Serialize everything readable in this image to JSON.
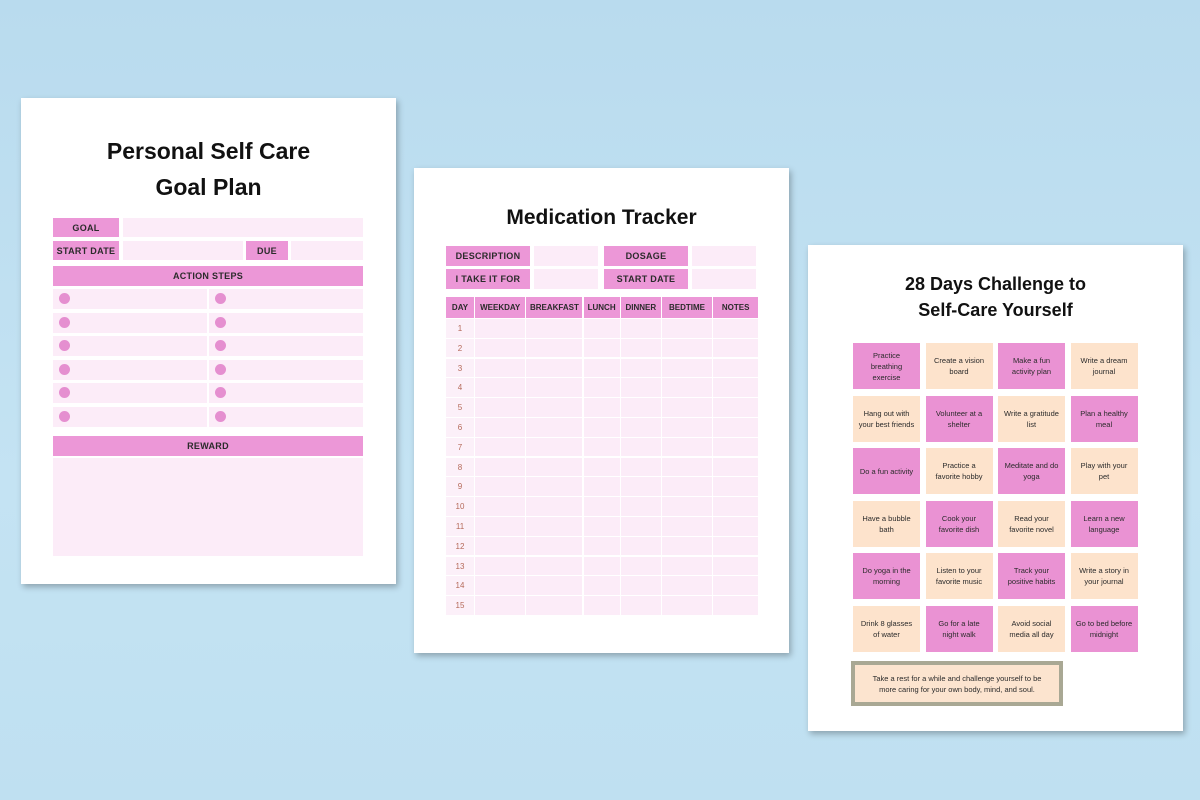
{
  "goal_plan": {
    "title_line1": "Personal Self Care",
    "title_line2": "Goal Plan",
    "goal_label": "GOAL",
    "start_date_label": "START DATE",
    "due_label": "DUE",
    "action_steps_label": "ACTION STEPS",
    "reward_label": "REWARD"
  },
  "medication": {
    "title": "Medication Tracker",
    "description_label": "DESCRIPTION",
    "dosage_label": "DOSAGE",
    "take_it_for_label": "I TAKE IT FOR",
    "start_date_label": "START DATE",
    "columns": [
      "DAY",
      "WEEKDAY",
      "BREAKFAST",
      "LUNCH",
      "DINNER",
      "BEDTIME",
      "NOTES"
    ],
    "days": [
      "1",
      "2",
      "3",
      "4",
      "5",
      "6",
      "7",
      "8",
      "9",
      "10",
      "11",
      "12",
      "13",
      "14",
      "15"
    ]
  },
  "challenge": {
    "title_line1": "28 Days Challenge to",
    "title_line2": "Self-Care Yourself",
    "items": [
      "Practice breathing exercise",
      "Create a vision board",
      "Make a fun activity plan",
      "Write a dream journal",
      "Hang out with your best friends",
      "Volunteer at a shelter",
      "Write a gratitude list",
      "Plan a healthy meal",
      "Do a fun activity",
      "Practice a favorite hobby",
      "Meditate and do yoga",
      "Play with your pet",
      "Have a bubble bath",
      "Cook your favorite dish",
      "Read your favorite novel",
      "Learn a new language",
      "Do yoga in the morning",
      "Listen to your favorite music",
      "Track your positive habits",
      "Write a story in your journal",
      "Drink 8 glasses of water",
      "Go for a late night walk",
      "Avoid social media all day",
      "Go to bed before midnight"
    ],
    "footer": "Take a rest for a while and challenge yourself to be more caring for your own body, mind, and soul."
  },
  "colors": {
    "background": "#bfe0f1",
    "pink": "#ec97d7",
    "light_pink": "#fcecf8",
    "peach": "#fde3cc"
  }
}
